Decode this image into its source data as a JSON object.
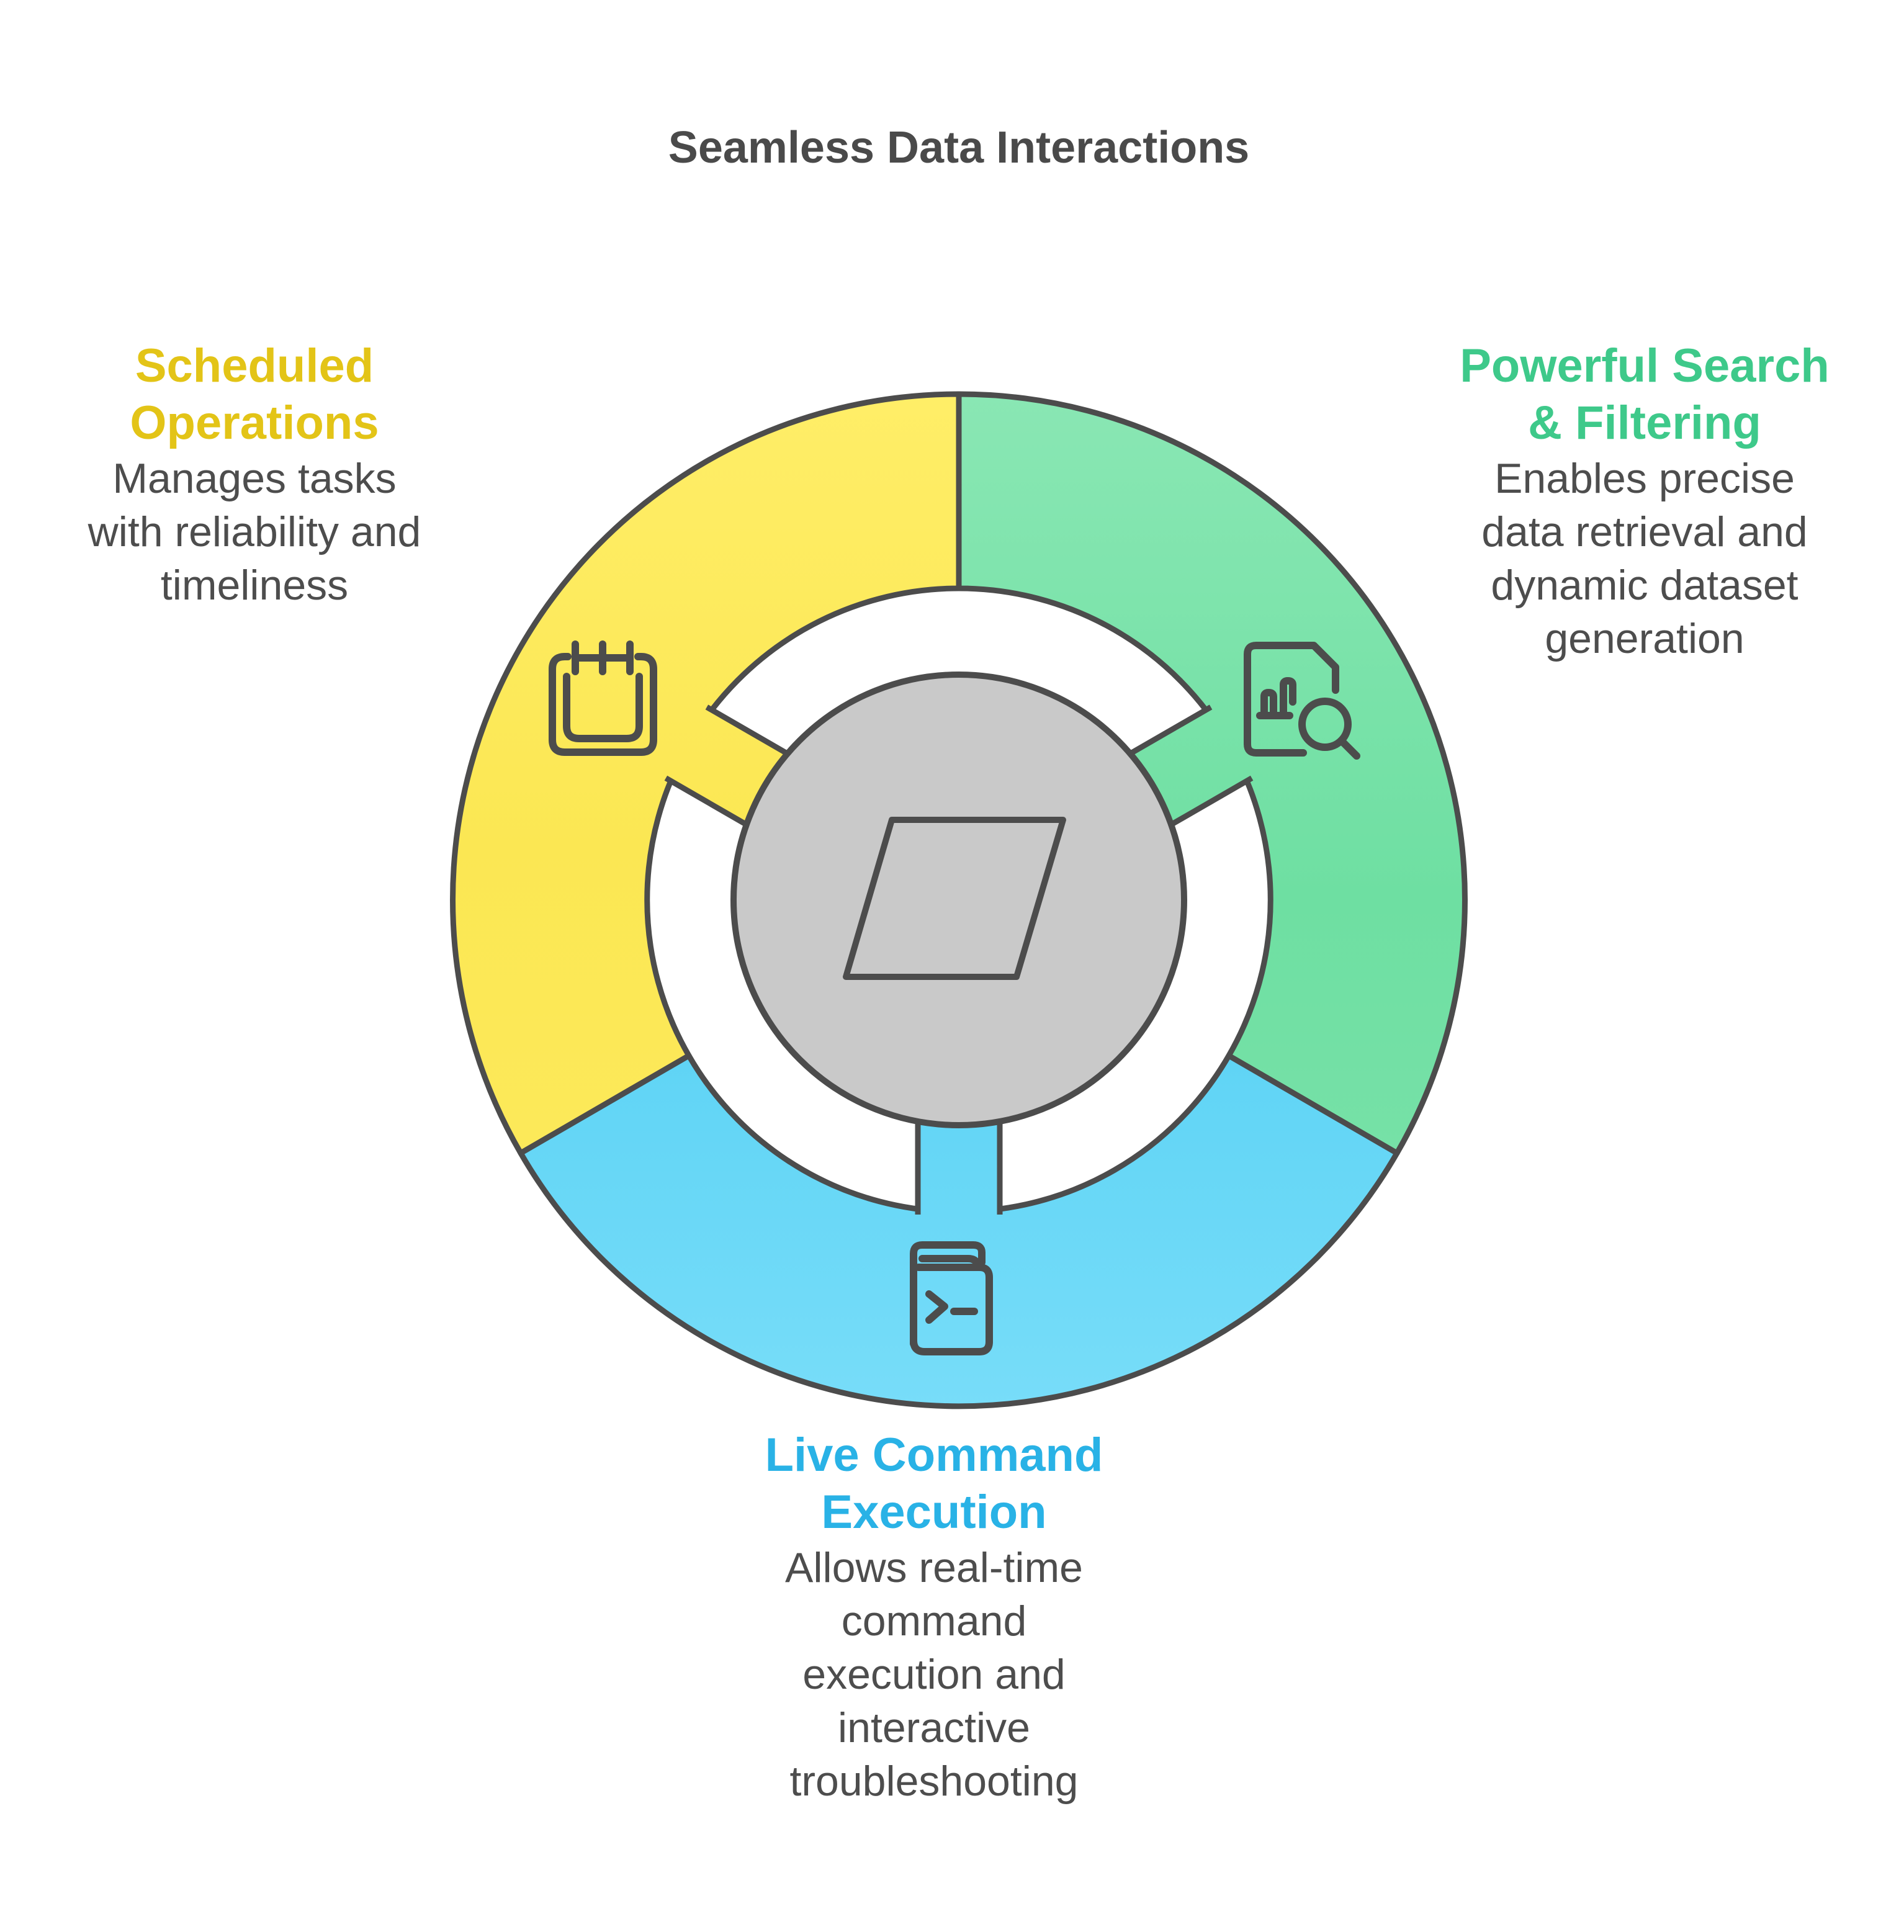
{
  "title": "Seamless Data Interactions",
  "diagram": {
    "type": "circular-cycle",
    "center_shape": "parallelogram",
    "segment_count": 3
  },
  "sections": [
    {
      "id": "scheduled-operations",
      "heading_lines": [
        "Scheduled",
        "Operations"
      ],
      "body_lines": [
        "Manages tasks",
        "with reliability and",
        "timeliness"
      ],
      "icon": "calendar-icon",
      "segment_color_name": "yellow"
    },
    {
      "id": "powerful-search-filtering",
      "heading_lines": [
        "Powerful Search",
        "& Filtering"
      ],
      "body_lines": [
        "Enables precise",
        "data retrieval and",
        "dynamic dataset",
        "generation"
      ],
      "icon": "document-search-icon",
      "segment_color_name": "green"
    },
    {
      "id": "live-command-execution",
      "heading_lines": [
        "Live Command",
        "Execution"
      ],
      "body_lines": [
        "Allows real-time",
        "command",
        "execution and",
        "interactive",
        "troubleshooting"
      ],
      "icon": "terminal-book-icon",
      "segment_color_name": "blue"
    }
  ],
  "colors": {
    "title_text": "#4a4a4a",
    "body_text": "#4d4d4d",
    "outline": "#4c4c4c",
    "center_fill": "#c9c9c9",
    "heading_yellow": "#e3c417",
    "heading_green": "#3ec98a",
    "heading_blue": "#29b2e6",
    "ring_yellow_top": "#ffee68",
    "ring_yellow_mid": "#fbe753",
    "ring_yellow_bottom": "#fdeb5f",
    "ring_green_top": "#8ae7b4",
    "ring_green_mid": "#6edfa2",
    "ring_green_bottom": "#7ee3ac",
    "ring_blue_top": "#5fd4f5",
    "ring_blue_bottom": "#78ddf9"
  }
}
